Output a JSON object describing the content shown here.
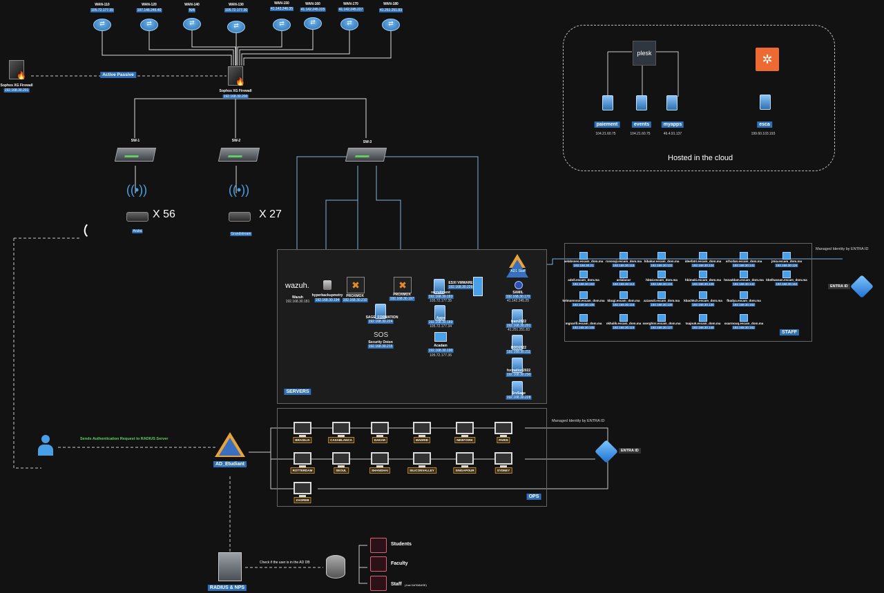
{
  "wan": [
    {
      "name": "WAN-110",
      "ip": "105.72.177.35"
    },
    {
      "name": "WAN-120",
      "ip": "197.146.245.40"
    },
    {
      "name": "WAN-140",
      "ip": "N/A"
    },
    {
      "name": "WAN-130",
      "ip": "105.72.177.36"
    },
    {
      "name": "WAN-150",
      "ip": "41.143.246.35"
    },
    {
      "name": "WAN-160",
      "ip": "41.142.245.225"
    },
    {
      "name": "WAN-170",
      "ip": "41.142.245.227"
    },
    {
      "name": "WAN-180",
      "ip": "41.251.251.83"
    }
  ],
  "firewall_main": {
    "name": "Sophos XG Firewall",
    "ip": "192.168.30.200"
  },
  "firewall_passive": {
    "name": "Sophos XG Firewall",
    "ip": "192.168.30.201"
  },
  "ha_label": "Active Passive",
  "switches": [
    "SW-1",
    "SW-2",
    "SW-3"
  ],
  "ap1": {
    "count": "X 56",
    "label": "Aruba"
  },
  "ap2": {
    "count": "X 27",
    "label": "Grandstream"
  },
  "cloud": {
    "title": "Hosted in the cloud",
    "plesk": "plesk",
    "sites": [
      {
        "name": "paiement",
        "ip": "104.21.60.75"
      },
      {
        "name": "events",
        "ip": "104.21.60.75"
      },
      {
        "name": "myapps",
        "ip": "46.4.91.137"
      },
      {
        "name": "esca",
        "ip": "199.60.103.193"
      }
    ]
  },
  "servers": {
    "title": "SERVERS",
    "wazuh": {
      "logo": "wazuh.",
      "name": "Wazuh",
      "ip": "192.168.30.181"
    },
    "hyper": {
      "name": "hyperbackupmetry",
      "ip": "192.168.30.194"
    },
    "proxmox1": {
      "logo": "PROXMOX",
      "name": "PROXMOX",
      "ip": "192.168.30.210"
    },
    "proxmox2": {
      "logo": "PROXMOX",
      "name": "PROXMOX",
      "ip": "192.168.30.197"
    },
    "recruitment": {
      "name": "recruitment",
      "ip": "192.168.30.183",
      "ext": "105.72.177.35"
    },
    "apps": {
      "name": "Apps",
      "ip": "192.168.30.189",
      "ext": "105.72.177.34"
    },
    "acadam": {
      "name": "Acadam",
      "ip": "192.168.30.190",
      "ext": "105.72.177.36"
    },
    "sage": {
      "name": "SAGE_FORMATION",
      "ip": "192.168.30.224"
    },
    "security": {
      "logo": "SOS",
      "name": "Security Onion",
      "ip": "192.168.30.215"
    },
    "esxi": {
      "name": "ESXI VMWARE",
      "ip": "192.168.30.226"
    },
    "samil": {
      "name": "SAMIL",
      "ip": "192.168.30.170",
      "ext": "41.142.245.25"
    },
    "tram": {
      "name": "tram2022",
      "ip": "192.168.30.201",
      "ext": "41.251.251.83"
    },
    "bdd": {
      "name": "BDD2022",
      "ip": "192.168.30.211"
    },
    "formation": {
      "name": "formation2022",
      "ip": "192.168.30.230"
    },
    "sage2": {
      "name": "SrvSage",
      "ip": "192.168.30.228"
    },
    "ad": {
      "name": "AD1 Staff"
    }
  },
  "staff": {
    "title": "STAFF",
    "managed": "Managed Identity by ENTRA ID",
    "entra": "ENTRA ID",
    "rows": [
      [
        [
          "aelabsses.escam_dom.ma",
          "192.168.30.21"
        ],
        [
          "rcensaji.escam_dom.ma",
          "192.168.30.115"
        ],
        [
          "hibakar.escam_dom.ma",
          "192.168.30.122"
        ],
        [
          "ideefatri.escam_dom.ma",
          "192.168.30.124"
        ],
        [
          "srhcdan.escam_dom.ma",
          "192.168.30.141"
        ],
        [
          "jmia.escam_dom.ma",
          "192.168.30.124"
        ]
      ],
      [
        [
          "adoll.escam_dom.ma",
          "192.168.30.153"
        ],
        [
          "ardalaour",
          "192.168.30.113"
        ],
        [
          "hbtal.escam_dom.ma",
          "192.168.30.124"
        ],
        [
          "hbimaki.escam_dom.ma",
          "192.168.30.128"
        ],
        [
          "hsnaddam.escam_dom.ma",
          "192.168.30.142"
        ],
        [
          "kbelhassan.escam_dom.ma",
          "192.168.30.161"
        ]
      ],
      [
        [
          "kelmamsoul.escam_dom.ma",
          "192.168.30.108"
        ],
        [
          "kbugi.escam_dom.ma",
          "192.168.30.115"
        ],
        [
          "azzaeali.escam_dom.ma",
          "192.168.30.128"
        ],
        [
          "kbachkch.escam_dom.ma",
          "192.168.30.130"
        ],
        [
          "fbadya.escam_dom.ma",
          "192.168.30.162"
        ]
      ],
      [
        [
          "mgnarifi.escam_dom.ma",
          "192.168.30.108"
        ],
        [
          "nkhalik.escam_dom.ma",
          "192.168.30.119"
        ],
        [
          "sserghini.escam_dom.ma",
          "192.168.30.127"
        ],
        [
          "tsajouk.escam_dom.ma",
          "192.168.30.148"
        ],
        [
          "ssarmouq.escam_dom.ma",
          "192.168.30.162"
        ]
      ]
    ]
  },
  "ops": {
    "title": "OPS",
    "managed": "Managed Identity by ENTRA ID",
    "entra": "ENTRA ID",
    "row1": [
      "BRASILIA",
      "CASABLANCA",
      "DAKAR",
      "MADRID",
      "NEWYORK",
      "PARIS"
    ],
    "row2": [
      "ROTTERDAM",
      "SEOUL",
      "SHANGHAI",
      "SILICONVALLEY",
      "SINGAPOUR",
      "SYDNEY"
    ],
    "row3": [
      "ZAGREB"
    ]
  },
  "auth": {
    "request": "Sends Authentication Request to RADIUS Server",
    "ad": "AD_Etudiant",
    "radius": "RADIUS & NPS",
    "check": "Check if the user is in the AD DB",
    "groups": [
      {
        "name": "Students",
        "note": ""
      },
      {
        "name": "Faculty",
        "note": ""
      },
      {
        "name": "Staff",
        "note": "(Just DATABASE)"
      }
    ]
  }
}
